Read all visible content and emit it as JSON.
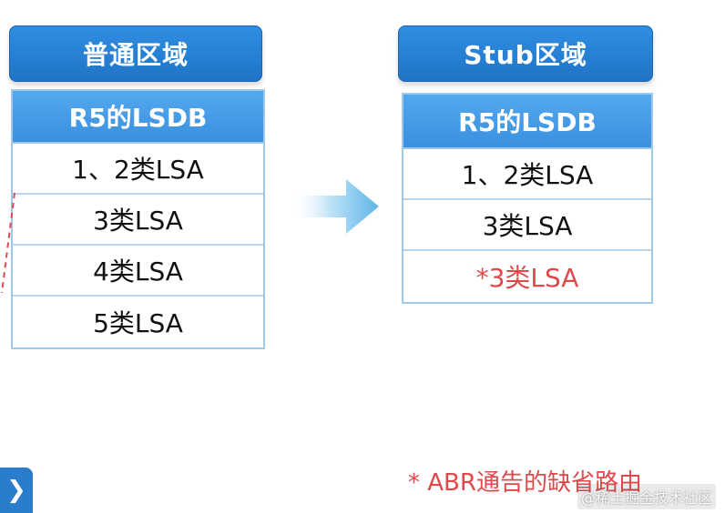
{
  "left": {
    "title": "普通区域",
    "lsdb_header": "R5的LSDB",
    "rows": [
      "1、2类LSA",
      "3类LSA",
      "4类LSA",
      "5类LSA"
    ]
  },
  "right": {
    "title": "Stub区域",
    "lsdb_header": "R5的LSDB",
    "rows": [
      "1、2类LSA",
      "3类LSA",
      "*3类LSA"
    ]
  },
  "note": "* ABR通告的缺省路由",
  "watermark": "@稀土掘金技术社区",
  "nav_icon": "chevron-right-icon",
  "colors": {
    "header_blue": "#1f74c7",
    "lsdb_head_blue": "#3990df",
    "border_blue": "#9fc7e8",
    "accent_red": "#e0484b",
    "arrow_blue": "#7fc6ef"
  }
}
